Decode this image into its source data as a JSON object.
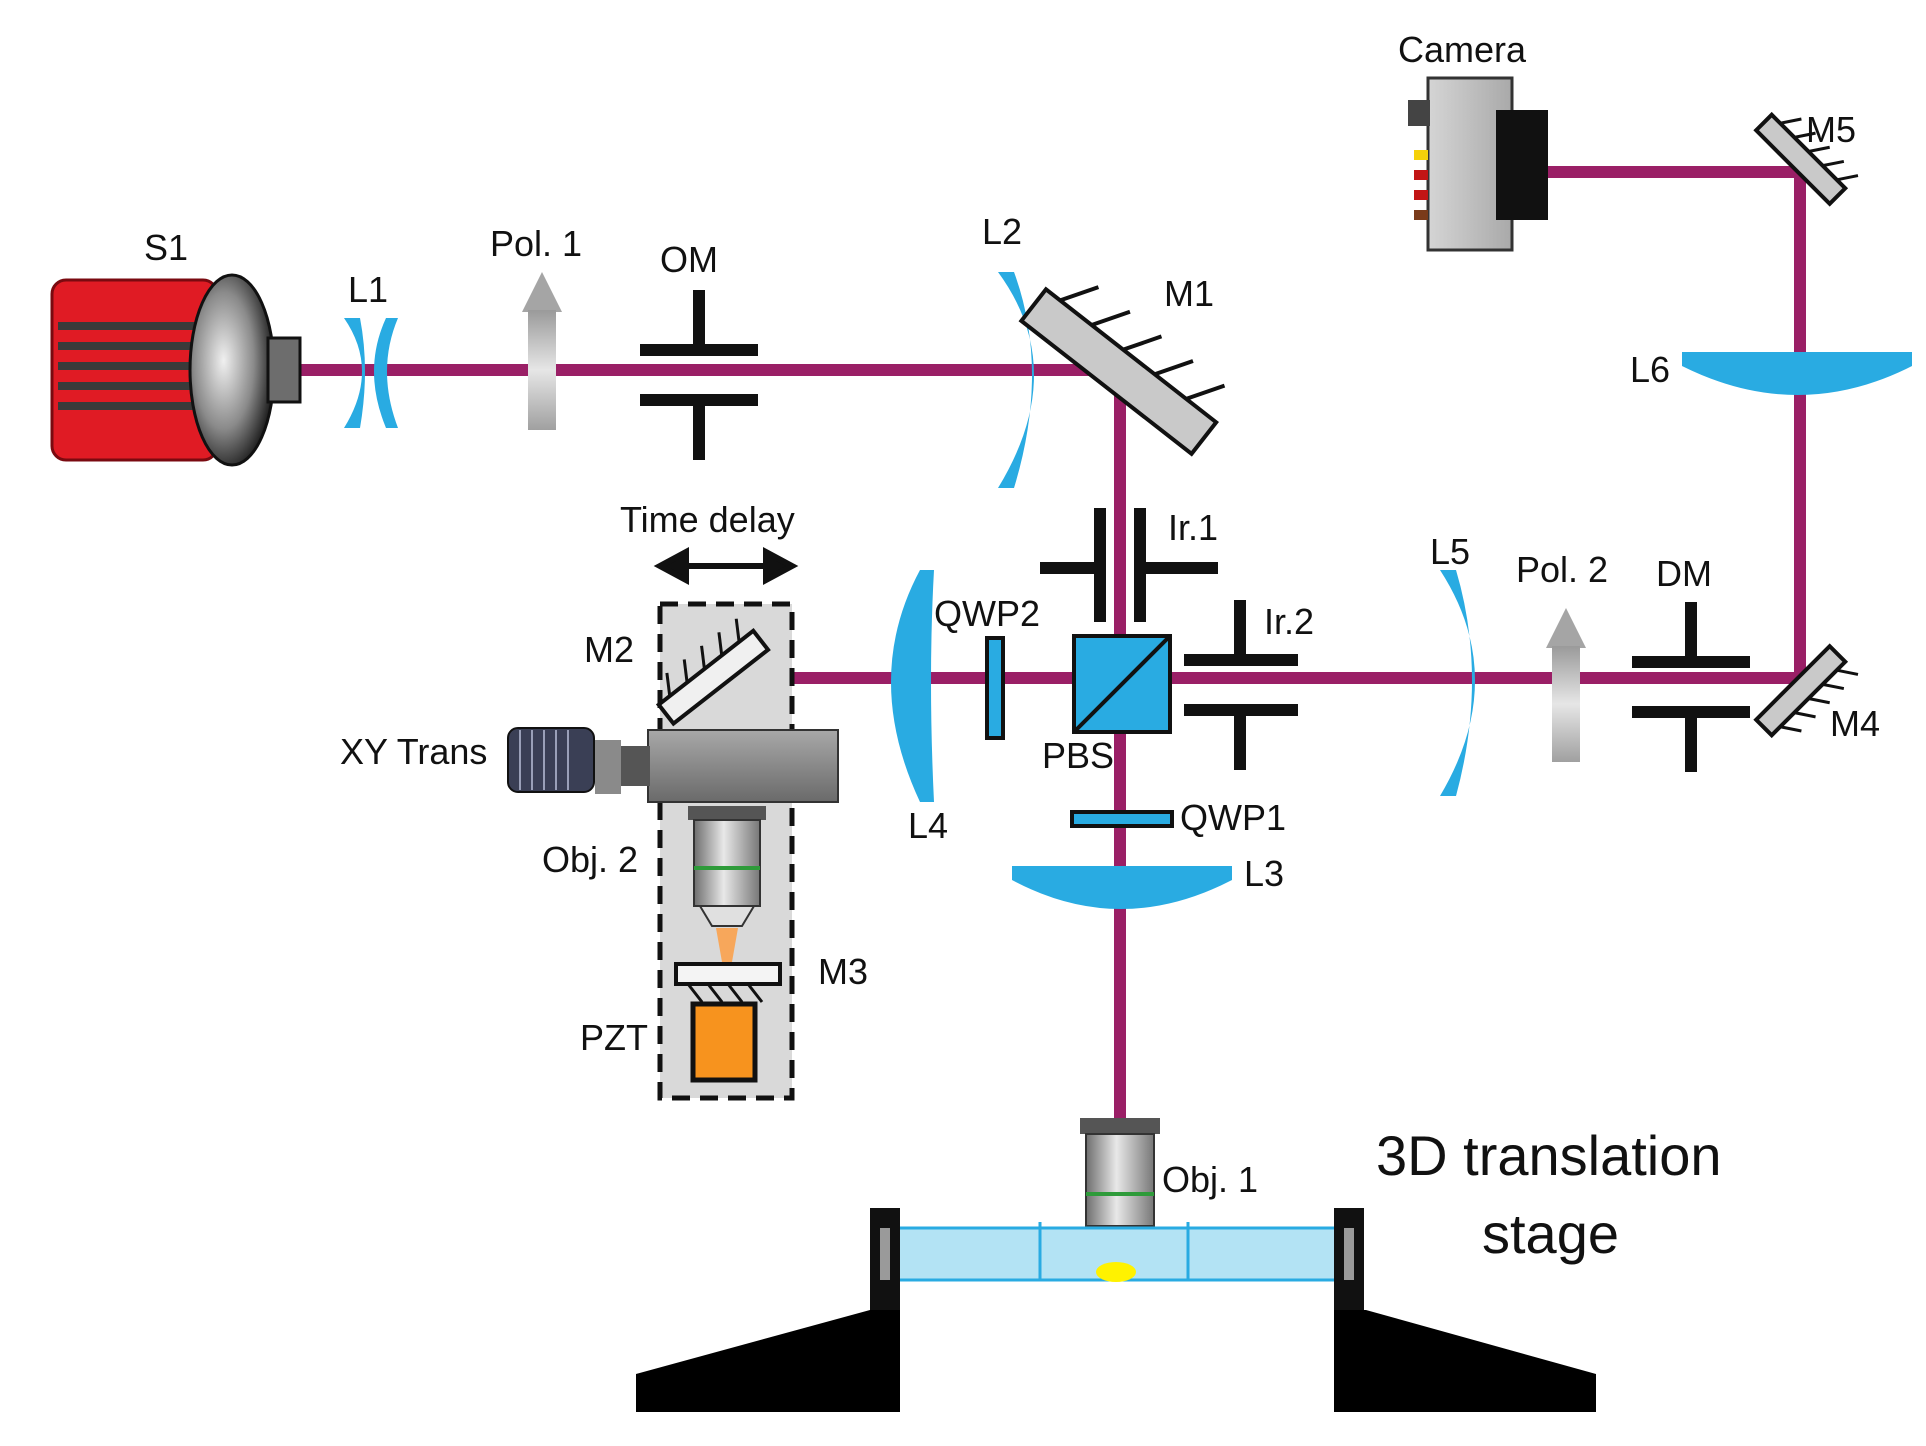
{
  "labels": {
    "camera": "Camera",
    "m5": "M5",
    "s1": "S1",
    "l1": "L1",
    "pol1": "Pol. 1",
    "om": "OM",
    "l2": "L2",
    "m1": "M1",
    "l6": "L6",
    "time_delay": "Time delay",
    "ir1": "Ir.1",
    "l5": "L5",
    "pol2": "Pol. 2",
    "dm": "DM",
    "m2": "M2",
    "qwp2": "QWP2",
    "ir2": "Ir.2",
    "xy_trans": "XY Trans",
    "pbs": "PBS",
    "m4": "M4",
    "l4": "L4",
    "qwp1": "QWP1",
    "obj2": "Obj. 2",
    "l3": "L3",
    "m3": "M3",
    "pzt": "PZT",
    "obj1": "Obj. 1",
    "stage_line1": "3D translation",
    "stage_line2": "stage"
  },
  "colors": {
    "beam": "#9a1f66",
    "lens": "#29abe2",
    "mirror": "#c9c9c9",
    "source_red": "#e01b24",
    "pzt_orange": "#f7931e",
    "water": "#b3e3f4",
    "sample": "#fff200",
    "delay_box": "#d9d9d9"
  },
  "icons": {
    "source": "laser-source-icon",
    "camera": "camera-icon",
    "objective": "objective-lens-icon"
  }
}
